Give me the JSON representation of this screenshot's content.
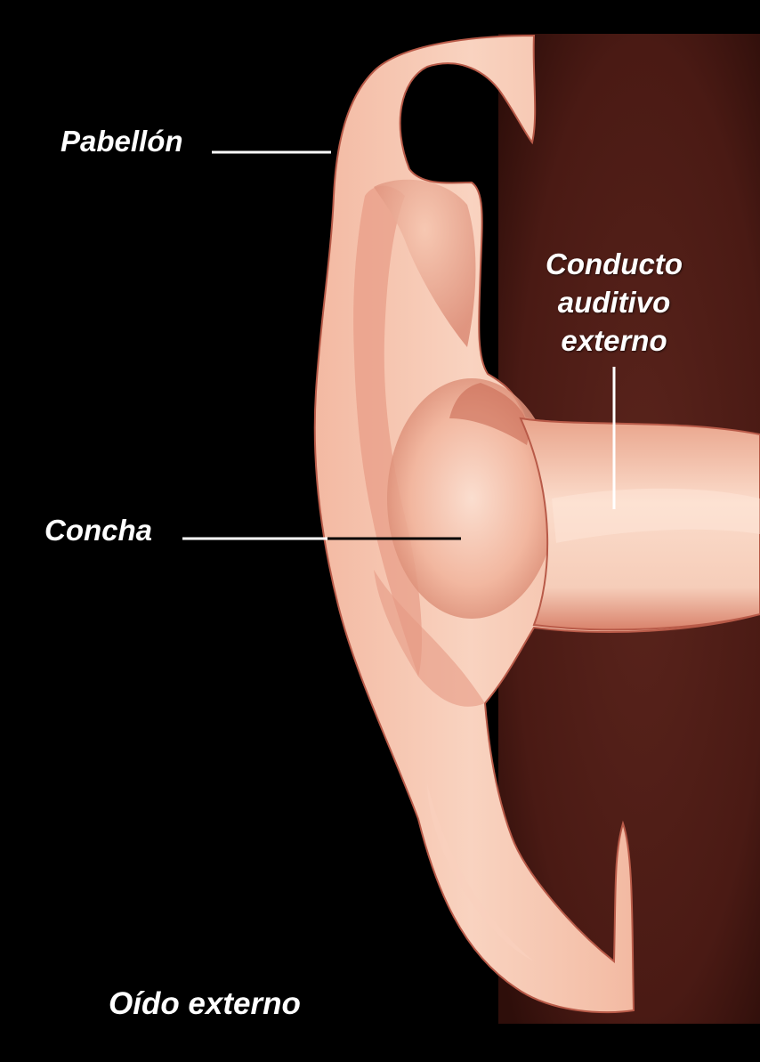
{
  "labels": {
    "pabellon": "Pabellón",
    "conducto": [
      "Conducto",
      "auditivo",
      "externo"
    ],
    "concha": "Concha",
    "caption": "Oído externo"
  },
  "colors": {
    "background": "#000000",
    "tissue_dark": "#4a1a14",
    "skin_light": "#f6c8b2",
    "skin_mid": "#ec9c84",
    "skin_shadow": "#c86a58",
    "skin_outline": "#b85a48",
    "label_text": "#ffffff",
    "leader_line_light": "#ffffff",
    "leader_line_dark": "#000000"
  },
  "icons": {
    "ear": "outer-ear-cross-section"
  }
}
